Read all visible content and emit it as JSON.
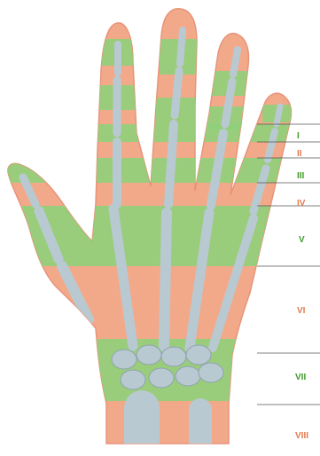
{
  "colors": {
    "skin": "#f2a98a",
    "skin_shadow": "#e8937a",
    "bone": "#b9c9d2",
    "bone_dark": "#8fa3ae",
    "zone_green": "#8fd07a",
    "label_green": "#3f9b2a",
    "label_orange": "#e27a4d",
    "line": "#555555"
  },
  "zones": [
    {
      "id": "I",
      "label": "I",
      "color": "green"
    },
    {
      "id": "II",
      "label": "II",
      "color": "orange"
    },
    {
      "id": "III",
      "label": "III",
      "color": "green"
    },
    {
      "id": "IV",
      "label": "IV",
      "color": "orange"
    },
    {
      "id": "V",
      "label": "V",
      "color": "green"
    },
    {
      "id": "VI",
      "label": "VI",
      "color": "orange"
    },
    {
      "id": "VII",
      "label": "VII",
      "color": "green"
    },
    {
      "id": "VIII",
      "label": "VIII",
      "color": "orange"
    }
  ]
}
